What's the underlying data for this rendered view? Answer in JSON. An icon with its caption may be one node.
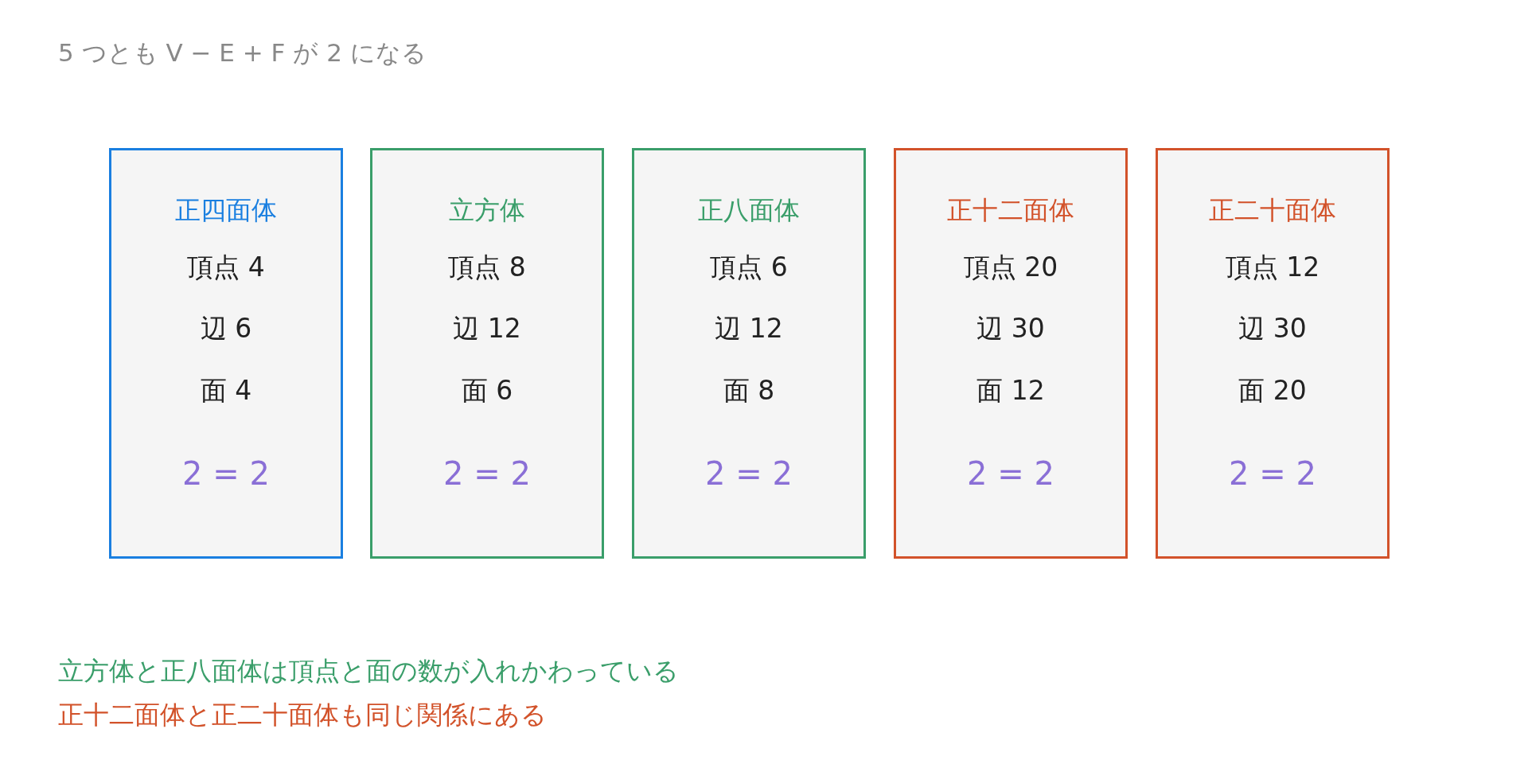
{
  "diagram": {
    "title": "5 つとも V − E + F が 2 になる",
    "nodes": [
      {
        "text": [
          "正四面体",
          "頂点 4",
          "辺 6",
          "面 4",
          "2 = 2"
        ]
      },
      {
        "text": [
          "立方体",
          "頂点 8",
          "辺 12",
          "面 6",
          "2 = 2"
        ]
      },
      {
        "text": [
          "正八面体",
          "頂点 6",
          "辺 12",
          "面 8",
          "2 = 2"
        ]
      },
      {
        "text": [
          "正十二面体",
          "頂点 20",
          "辺 30",
          "面 12",
          "2 = 2"
        ]
      },
      {
        "text": [
          "正二十面体",
          "頂点 12",
          "辺 30",
          "面 20",
          "2 = 2"
        ]
      }
    ],
    "edges": [],
    "labels": [
      "立方体と正八面体は頂点と面の数が入れかわっている",
      "正十二面体と正二十面体も同じ関係にある"
    ]
  }
}
